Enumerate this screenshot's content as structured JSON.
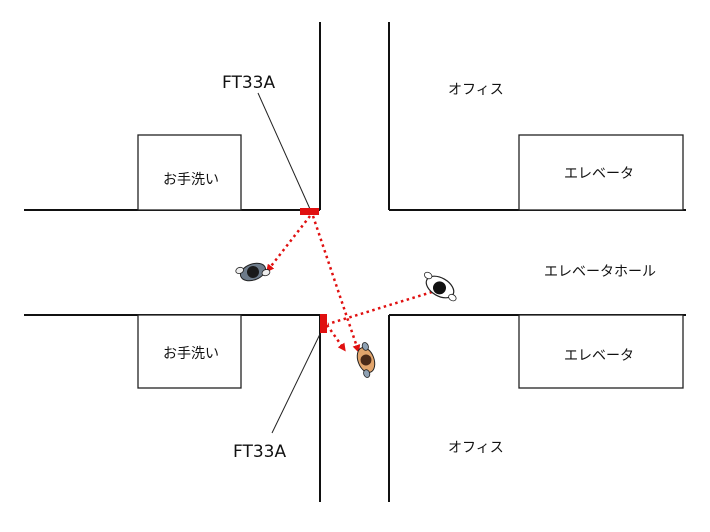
{
  "labels": {
    "office_top": "オフィス",
    "office_bottom": "オフィス",
    "elevator_top": "エレベータ",
    "elevator_bottom": "エレベータ",
    "elevator_hall": "エレベータホール",
    "restroom_top": "お手洗い",
    "restroom_bottom": "お手洗い",
    "sensor_top": "FT33A",
    "sensor_bottom": "FT33A"
  },
  "colors": {
    "wall": "#111111",
    "sensor": "#e01010",
    "path": "#e01010",
    "box_border": "#222222"
  },
  "icons": {
    "sensor": "sensor-bar-icon",
    "person": "person-topview-icon"
  }
}
